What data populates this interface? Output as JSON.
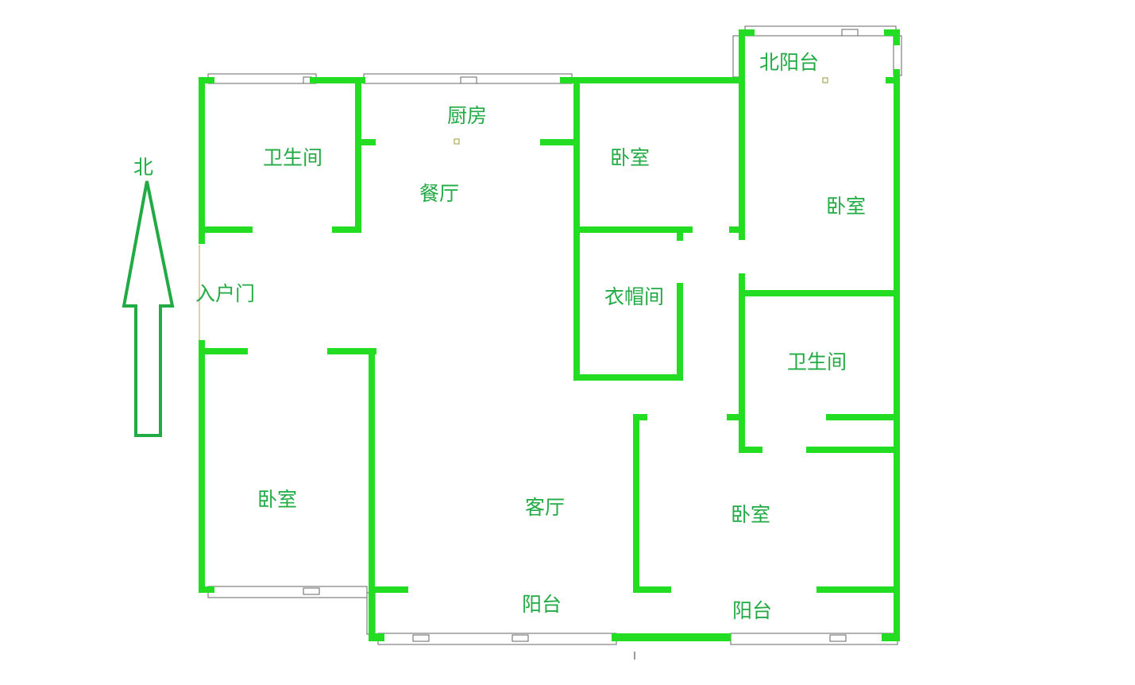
{
  "compass": {
    "label": "北"
  },
  "rooms": {
    "bathroom_nw": "卫生间",
    "kitchen": "厨房",
    "dining": "餐厅",
    "bedroom_n": "卧室",
    "north_balcony": "北阳台",
    "bedroom_ne": "卧室",
    "entrance": "入户门",
    "cloakroom": "衣帽间",
    "bathroom_e": "卫生间",
    "bedroom_sw": "卧室",
    "living": "客厅",
    "bedroom_se": "卧室",
    "balcony_s": "阳台",
    "balcony_se": "阳台"
  },
  "colors": {
    "wall": "#22dd22",
    "label": "#22aa44",
    "arrow": "#22aa44"
  }
}
